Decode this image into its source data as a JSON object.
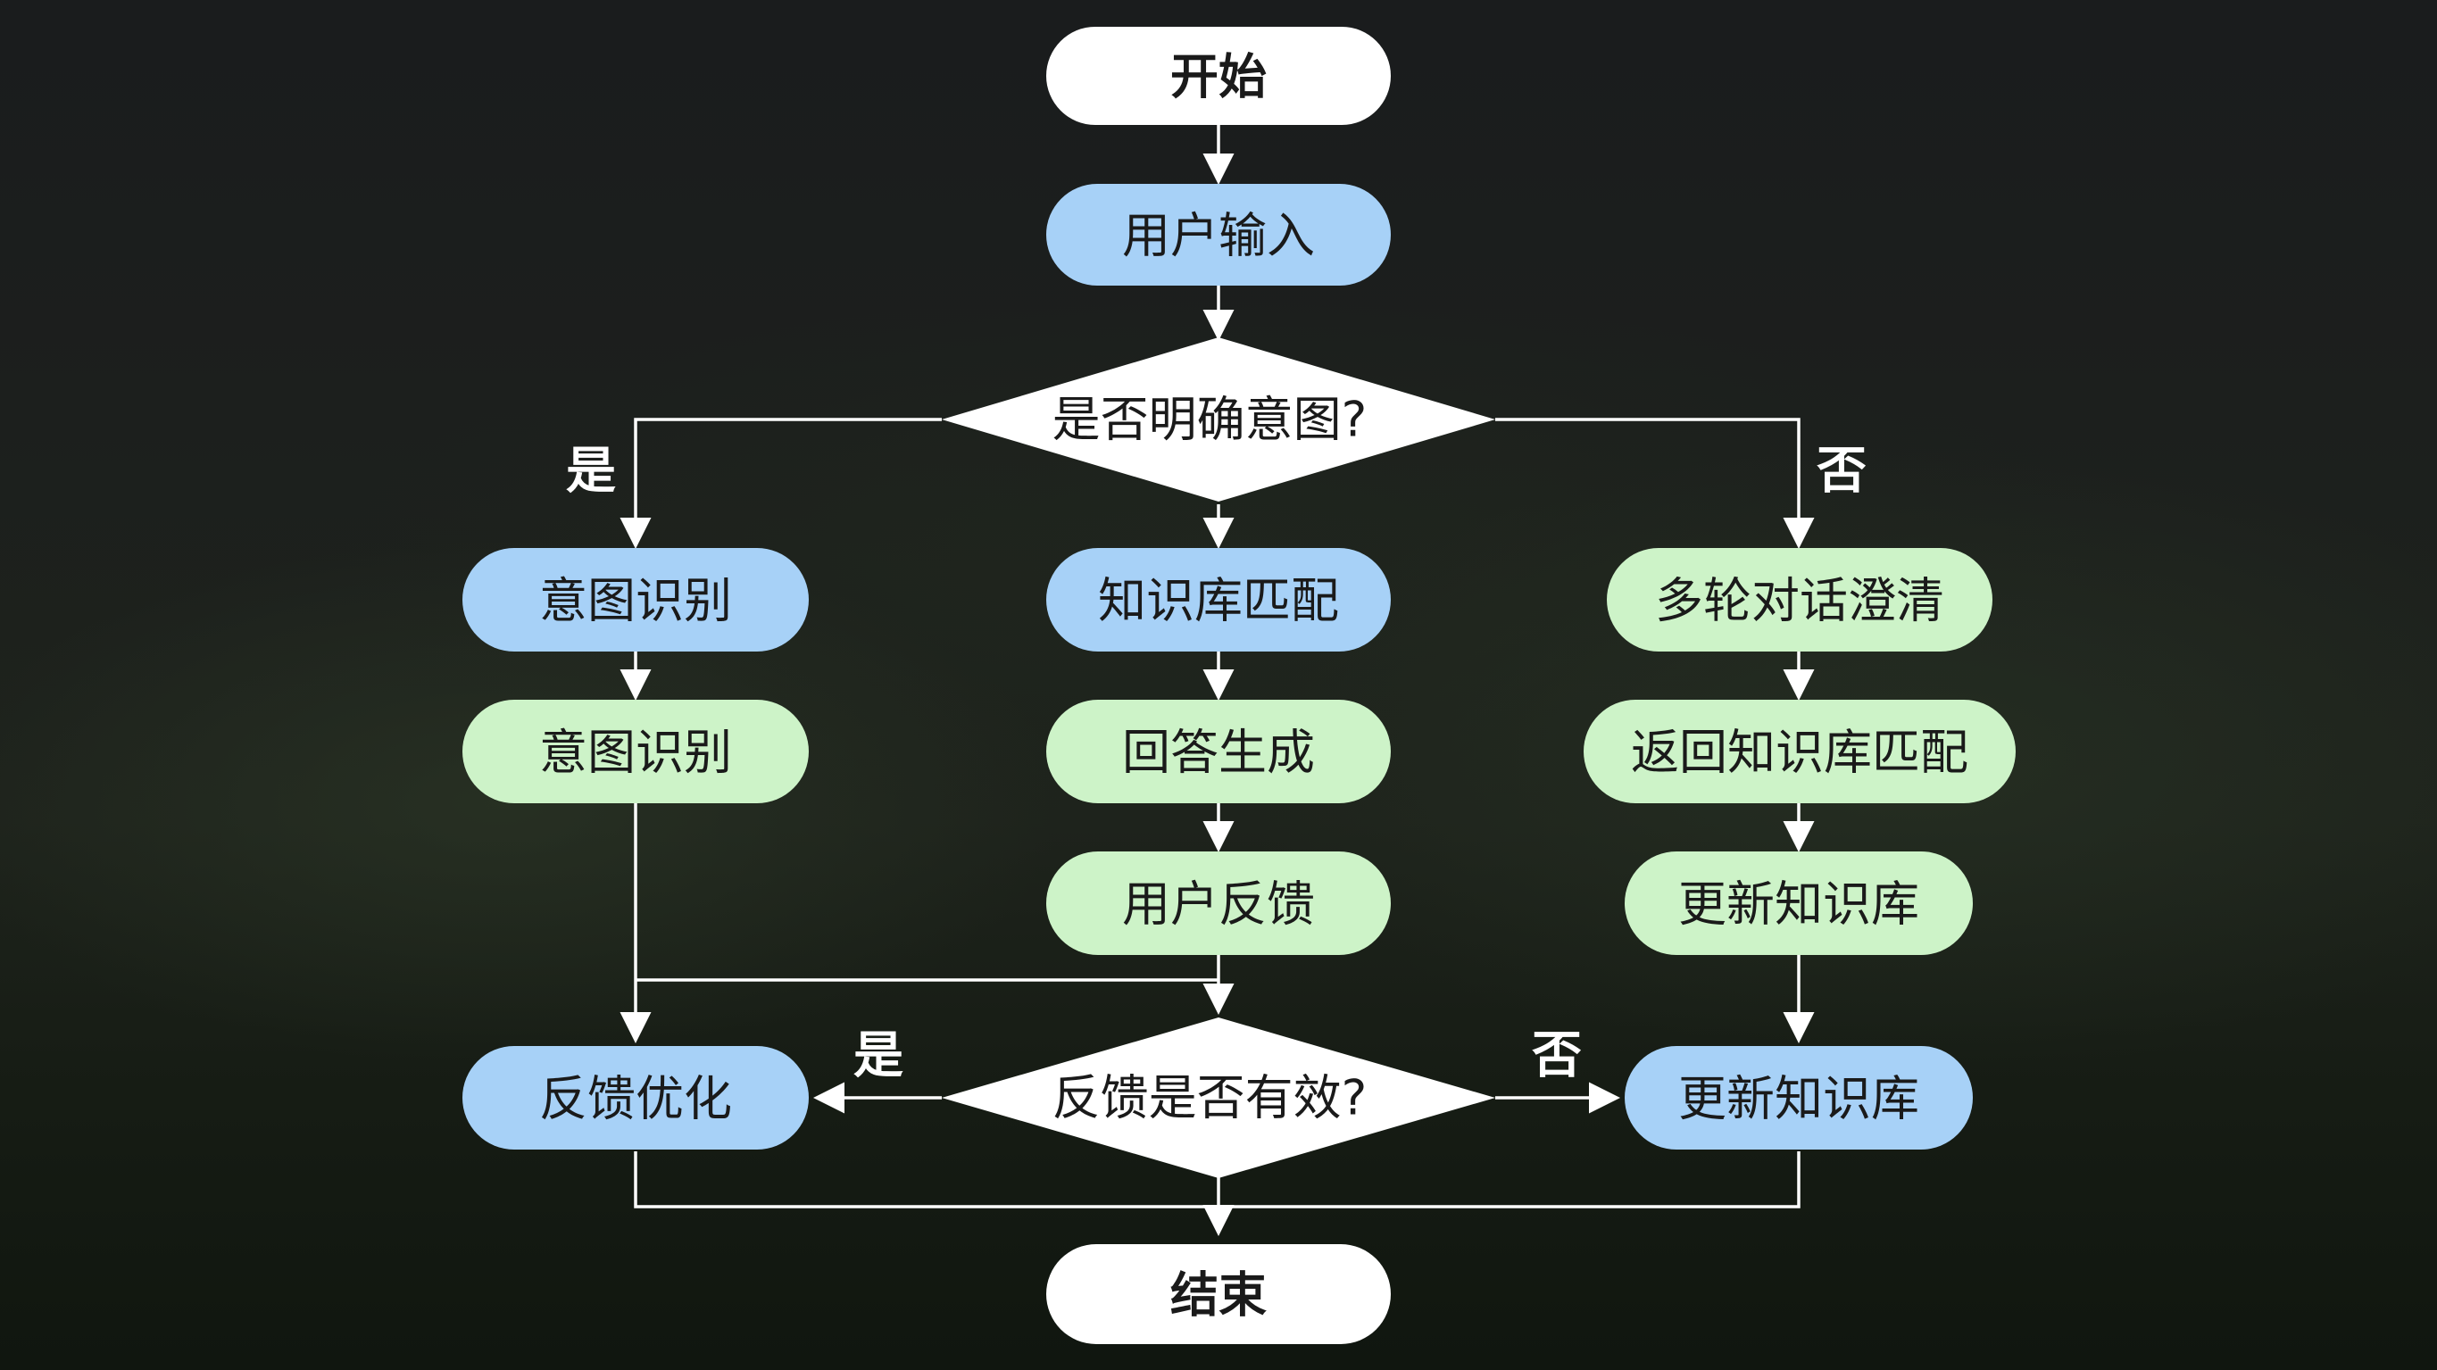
{
  "nodes": {
    "start": "开始",
    "user_input": "用户输入",
    "decision_intent": "是否明确意图?",
    "intent_recognition_1": "意图识别",
    "intent_recognition_2": "意图识别",
    "kb_match": "知识库匹配",
    "answer_generation": "回答生成",
    "user_feedback": "用户反馈",
    "multi_turn_clarify": "多轮对话澄清",
    "return_kb_match": "返回知识库匹配",
    "update_kb_1": "更新知识库",
    "decision_feedback": "反馈是否有效?",
    "feedback_optimize": "反馈优化",
    "update_kb_2": "更新知识库",
    "end": "结束"
  },
  "branches": {
    "intent_yes": "是",
    "intent_no": "否",
    "feedback_yes": "是",
    "feedback_no": "否"
  },
  "colors": {
    "terminal": "#ffffff",
    "process_blue": "#a7d1f7",
    "process_green": "#cdf3c8",
    "connector": "#ffffff"
  }
}
